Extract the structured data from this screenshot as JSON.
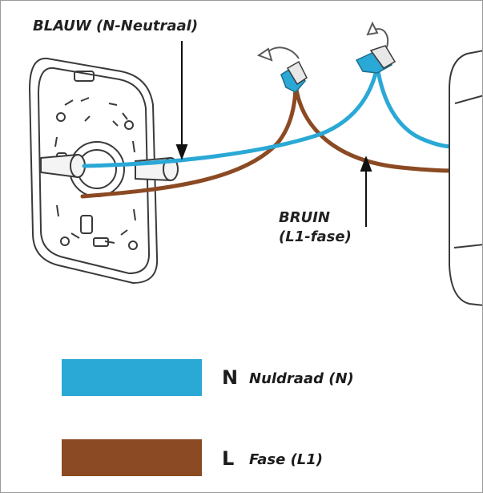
{
  "labels": {
    "blue_wire": "BLAUW (N-Neutraal)",
    "brown_wire_line1": "BRUIN",
    "brown_wire_line2": "(L1-fase)"
  },
  "legend": [
    {
      "letter": "N",
      "description": "Nuldraad (N)",
      "color": "#2aa8d6"
    },
    {
      "letter": "L",
      "description": "Fase (L1)",
      "color": "#8b4a23"
    }
  ],
  "colors": {
    "blue_wire": "#2aa8d6",
    "brown_wire": "#8b4a23",
    "outline": "#3a3a3a"
  },
  "icons": [
    "mounting-plate",
    "wire-connector",
    "rotate-arrow",
    "luminaire-housing"
  ]
}
